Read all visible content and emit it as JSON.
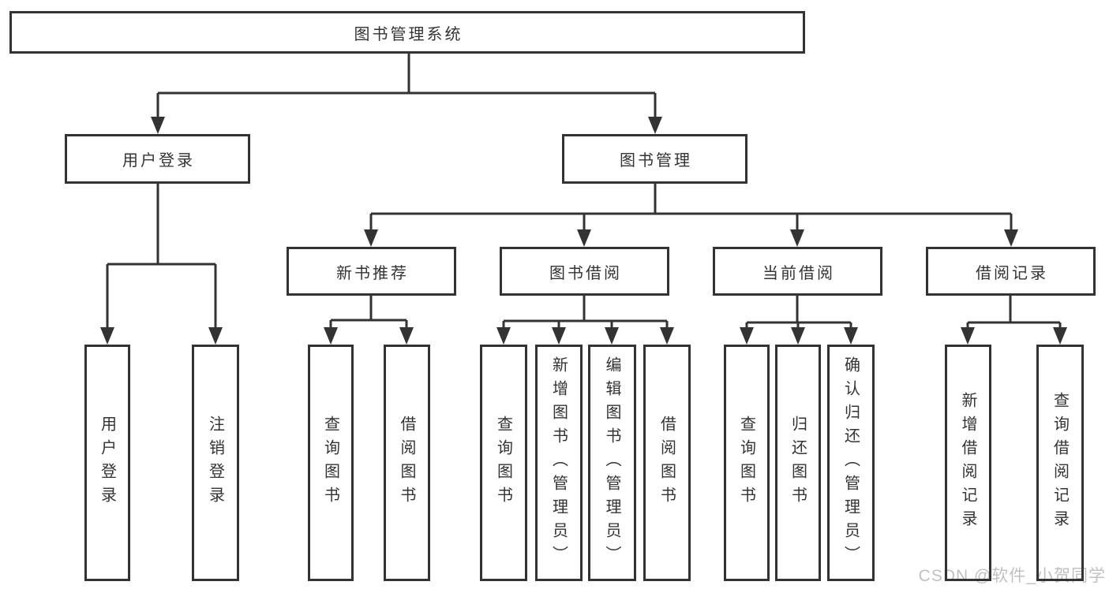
{
  "diagram": {
    "title": "图书管理系统",
    "type": "functional-structure-tree",
    "watermark": "CSDN @软件_小贺同学",
    "colors": {
      "line": "#333333",
      "box_border": "#333333",
      "box_fill": "#ffffff",
      "text": "#333333",
      "watermark": "#c0c0c0",
      "background": "#ffffff"
    }
  },
  "nodes": {
    "root": {
      "label": "图书管理系统"
    },
    "level2": [
      {
        "id": "user-login",
        "label": "用户登录"
      },
      {
        "id": "book-management",
        "label": "图书管理"
      }
    ],
    "level3": [
      {
        "id": "new-book-recommend",
        "parent": "book-management",
        "label": "新书推荐"
      },
      {
        "id": "book-borrow",
        "parent": "book-management",
        "label": "图书借阅"
      },
      {
        "id": "current-borrow",
        "parent": "book-management",
        "label": "当前借阅"
      },
      {
        "id": "borrow-records",
        "parent": "book-management",
        "label": "借阅记录"
      }
    ],
    "leaves": [
      {
        "parent": "user-login",
        "label": "用户登录"
      },
      {
        "parent": "user-login",
        "label": "注销登录"
      },
      {
        "parent": "new-book-recommend",
        "label": "查询图书"
      },
      {
        "parent": "new-book-recommend",
        "label": "借阅图书"
      },
      {
        "parent": "book-borrow",
        "label": "查询图书"
      },
      {
        "parent": "book-borrow",
        "label": "新增图书（管理员）"
      },
      {
        "parent": "book-borrow",
        "label": "编辑图书（管理员）"
      },
      {
        "parent": "book-borrow",
        "label": "借阅图书"
      },
      {
        "parent": "current-borrow",
        "label": "查询图书"
      },
      {
        "parent": "current-borrow",
        "label": "归还图书"
      },
      {
        "parent": "current-borrow",
        "label": "确认归还（管理员）"
      },
      {
        "parent": "borrow-records",
        "label": "新增借阅记录"
      },
      {
        "parent": "borrow-records",
        "label": "查询借阅记录"
      }
    ]
  }
}
